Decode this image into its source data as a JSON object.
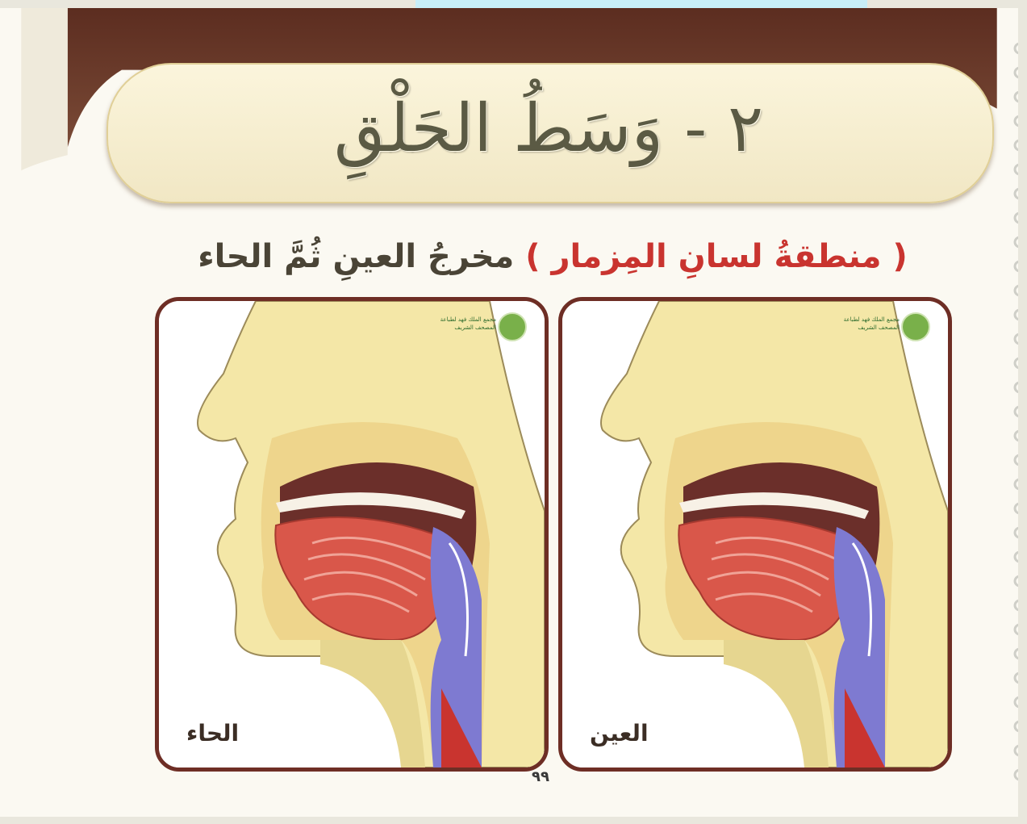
{
  "title": "٢ - وَسَطُ الحَلْقِ",
  "subtitle": {
    "open": "(",
    "region": "منطقةُ لسانِ المِزمار",
    "close": ")",
    "rest": "مخرجُ العينِ ثُمَّ الحاء"
  },
  "panels": [
    {
      "label": "العين",
      "logo_text": "مجمع الملك فهد لطباعة المصحف الشريف"
    },
    {
      "label": "الحاء",
      "logo_text": "مجمع الملك فهد لطباعة المصحف الشريف"
    }
  ],
  "page_number": "٩٩",
  "colors": {
    "banner": "#6a3a2a",
    "frame": "#6e2e25",
    "highlight": "#c9342f",
    "skin": "#f4e7a7",
    "tongue": "#d9574a",
    "larynx": "#7e7ad1"
  }
}
